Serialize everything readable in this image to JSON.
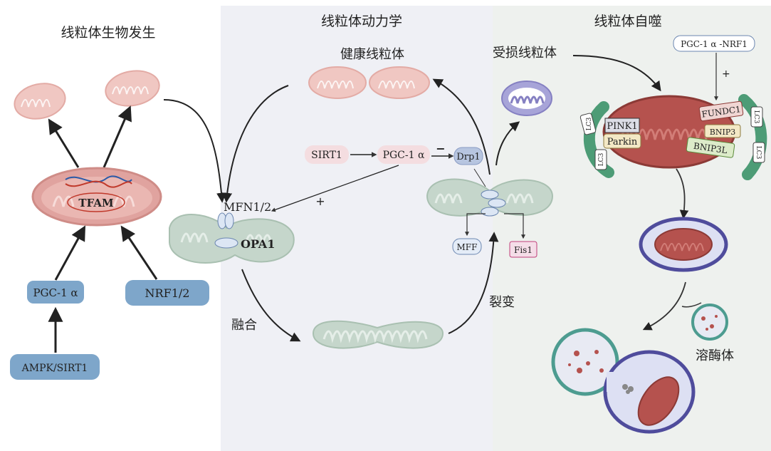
{
  "panels": {
    "biogenesis": {
      "title": "线粒体生物发生"
    },
    "dynamics": {
      "title": "线粒体动力学"
    },
    "autophagy": {
      "title": "线粒体自噬"
    }
  },
  "biogenesis": {
    "tfam": "TFAM",
    "pgc1a": "PGC-1 α",
    "nrf12": "NRF1/2",
    "ampk_sirt1": "AMPK/SIRT1"
  },
  "dynamics": {
    "healthy_label": "健康线粒体",
    "damaged_label": "受损线粒体",
    "sirt1": "SIRT1",
    "pgc1a": "PGC-1 α",
    "minus": "−",
    "plus": "+",
    "drp1": "Drp1",
    "mfn12": "MFN1/2",
    "opa1": "OPA1",
    "mff": "MFF",
    "fis1": "Fis1",
    "fusion": "融合",
    "fission": "裂变"
  },
  "autophagy": {
    "pgc1a_nrf1": "PGC-1 α -NRF1",
    "plus": "+",
    "fundc1": "FUNDC1",
    "pink1": "PINK1",
    "parkin": "Parkin",
    "bnip3": "BNIP3",
    "bnip3l": "BNIP3L",
    "lc3": "LC3",
    "lysosome": "溶酶体"
  },
  "colors": {
    "bg_middle": "#eff0f5",
    "bg_right": "#eef1ee",
    "pink_mito": "#f0c7c2",
    "green_mito": "#c5d6cb",
    "purple_mito": "#a7a4d8",
    "red_mito": "#b5524e",
    "blue_box": "#7ea6ca",
    "lc3_green": "#4d9c76"
  }
}
